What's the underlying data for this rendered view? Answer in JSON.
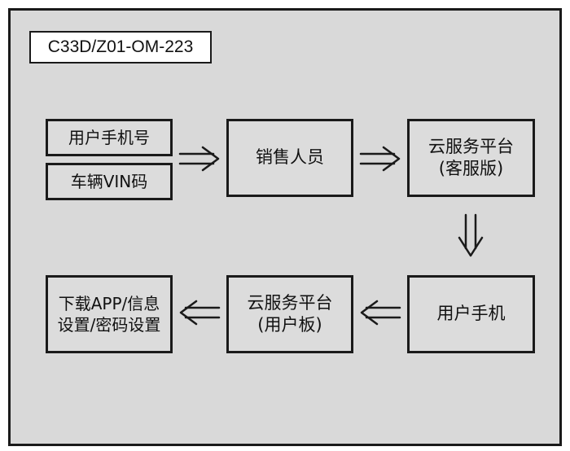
{
  "diagram": {
    "code": "C33D/Z01-OM-223",
    "nodes": {
      "user_phone_number": "用户手机号",
      "vehicle_vin": "车辆VIN码",
      "sales_staff": "销售人员",
      "cloud_service_line1": "云服务平台",
      "cloud_service_line2": "(客服版)",
      "user_phone": "用户手机",
      "cloud_user_line1": "云服务平台",
      "cloud_user_line2": "(用户板)",
      "download_line1": "下载APP/信息",
      "download_line2": "设置/密码设置"
    },
    "edges": [
      {
        "from": "user_phone_number+vehicle_vin",
        "to": "sales_staff"
      },
      {
        "from": "sales_staff",
        "to": "cloud_service_platform_service"
      },
      {
        "from": "cloud_service_platform_service",
        "to": "user_phone"
      },
      {
        "from": "user_phone",
        "to": "cloud_service_platform_user"
      },
      {
        "from": "cloud_service_platform_user",
        "to": "download_app"
      }
    ],
    "colors": {
      "background": "#d9d9d9",
      "border": "#1a1a1a",
      "code_box": "#ffffff"
    }
  }
}
